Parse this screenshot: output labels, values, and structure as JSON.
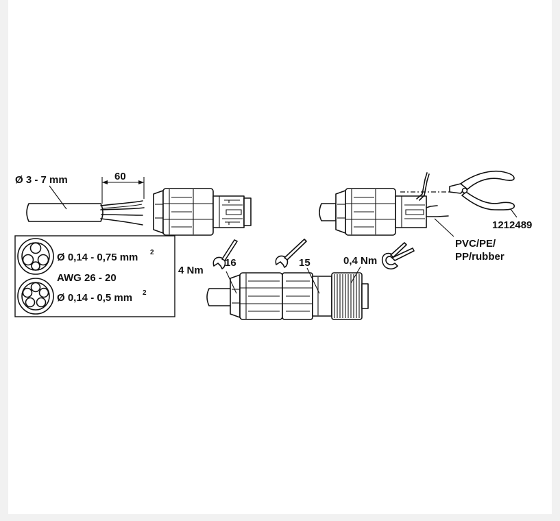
{
  "labels": {
    "cable_diameter": "Ø 3 - 7 mm",
    "strip_length": "60",
    "wire_range_1": "Ø 0,14 - 0,75 mm",
    "wire_range_1_exp": "2",
    "awg": "AWG 26 - 20",
    "wire_range_2": "Ø 0,14 - 0,5 mm",
    "wire_range_2_exp": "2",
    "article_number": "1212489",
    "material_line_1": "PVC/PE/",
    "material_line_2": "PP/rubber",
    "torque_1": "4 Nm",
    "wrench_size_1": "16",
    "wrench_size_2": "15",
    "torque_2": "0,4 Nm"
  },
  "icons": [
    "stripped-cable-icon",
    "wire-cross-section-icon",
    "connector-housing-icon",
    "side-cutter-pliers-icon",
    "open-end-wrench-icon",
    "hook-wrench-icon"
  ]
}
